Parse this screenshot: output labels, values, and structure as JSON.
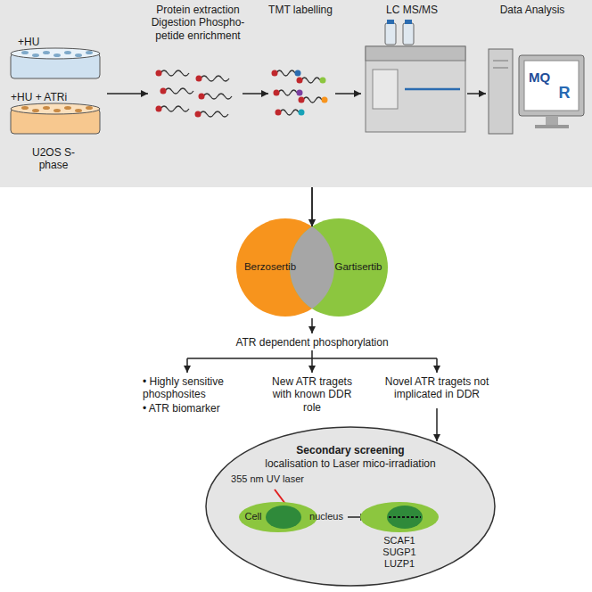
{
  "diagram": {
    "nodes": [
      {
        "text": [
          "Protein extraction Digestion Phospho-petide enrichment",
          "TMT labelling",
          "LC MS/MS",
          "Data Analysis",
          "+HU",
          "MQ",
          "R",
          "+HU + ATRi",
          "U2OS S-phase"
        ]
      },
      {
        "text": [
          "Berzosertib"
        ]
      },
      {
        "text": [
          "Gartisertib"
        ]
      },
      {
        "text": [
          "Secondary screening",
          "localisation to Laser mico-irradiation"
        ]
      }
    ],
    "edges": [
      {
        "from": 0,
        "to": 1,
        "arrow": "to"
      },
      {
        "from": 0,
        "to": 2,
        "arrow": "to"
      }
    ],
    "labels": [
      "ATR dependent phosphorylation",
      "• Highly sensitive phosphosites",
      "• ATR biomarker",
      "New ATR tragets with known DDR role",
      "Novel ATR tragets not implicated in DDR",
      "355 nm UV laser",
      "Cell",
      "nucleus",
      "SCAF1 SUGP1 LUZP1"
    ]
  }
}
